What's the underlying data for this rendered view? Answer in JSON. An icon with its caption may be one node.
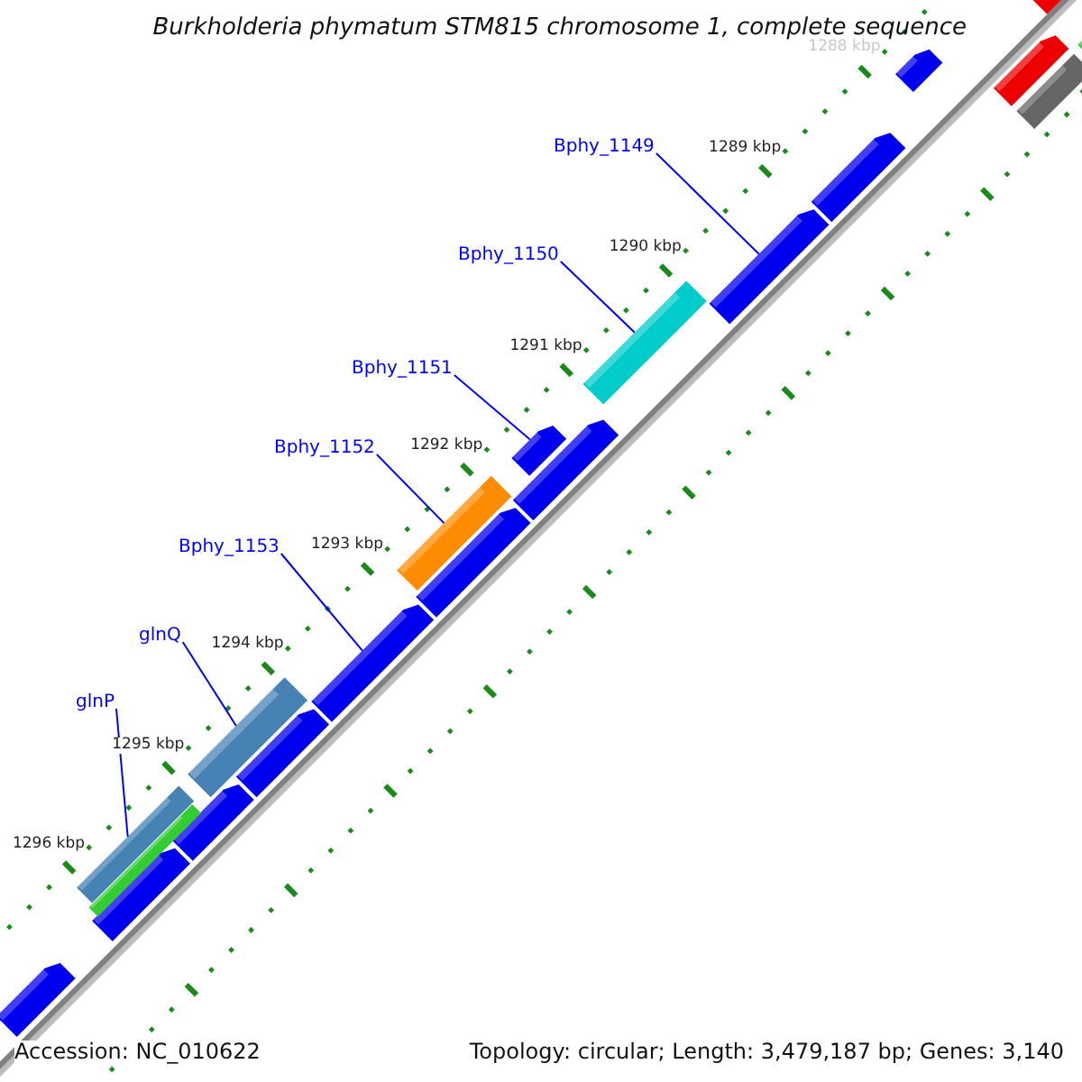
{
  "diagram": {
    "title": "Burkholderia phymatum STM815 chromosome 1, complete sequence",
    "nodes": [
      {
        "text": [
          "Bphy_1149"
        ]
      },
      {
        "text": [
          "Bphy_1150"
        ]
      },
      {
        "text": [
          "Bphy_1151"
        ]
      },
      {
        "text": [
          "Bphy_1152"
        ]
      },
      {
        "text": [
          "Bphy_1153"
        ]
      },
      {
        "text": [
          "glnQ"
        ]
      },
      {
        "text": [
          "glnP"
        ]
      },
      {
        "text": [],
        "shape": "arrow"
      },
      {
        "text": [],
        "shape": "bar"
      },
      {
        "text": [],
        "shape": "arrow"
      },
      {
        "text": [],
        "shape": "bar"
      },
      {
        "text": [],
        "shape": "arrow"
      },
      {
        "text": [],
        "shape": "bar"
      },
      {
        "text": [],
        "shape": "bar"
      },
      {
        "text": [],
        "shape": "arrow"
      },
      {
        "text": [],
        "shape": "arrow"
      },
      {
        "text": [],
        "shape": "arrow"
      },
      {
        "text": [],
        "shape": "arrow"
      },
      {
        "text": [],
        "shape": "arrow"
      },
      {
        "text": [],
        "shape": "arrow"
      },
      {
        "text": [],
        "shape": "arrow"
      },
      {
        "text": [],
        "shape": "arrow"
      },
      {
        "text": [],
        "shape": "bar"
      },
      {
        "text": [],
        "shape": "arrow"
      },
      {
        "text": [],
        "shape": "bar"
      },
      {
        "text": [],
        "shape": "arrow"
      },
      {
        "text": [],
        "shape": "bar"
      }
    ],
    "edges": [
      {
        "from": 0,
        "to": 7,
        "arrow": "none"
      },
      {
        "from": 1,
        "to": 8,
        "arrow": "none"
      },
      {
        "from": 2,
        "to": 9,
        "arrow": "none"
      },
      {
        "from": 3,
        "to": 10,
        "arrow": "none"
      },
      {
        "from": 4,
        "to": 11,
        "arrow": "none"
      },
      {
        "from": 5,
        "to": 12,
        "arrow": "none"
      },
      {
        "from": 6,
        "to": 13,
        "arrow": "none"
      }
    ],
    "labels": [
      "1288 kbp",
      "1289 kbp",
      "1290 kbp",
      "1291 kbp",
      "1292 kbp",
      "1293 kbp",
      "1294 kbp",
      "1295 kbp",
      "1296 kbp",
      "Accession: NC_010622",
      "Topology: circular; Length: 3,479,187 bp; Genes: 3,140"
    ]
  }
}
